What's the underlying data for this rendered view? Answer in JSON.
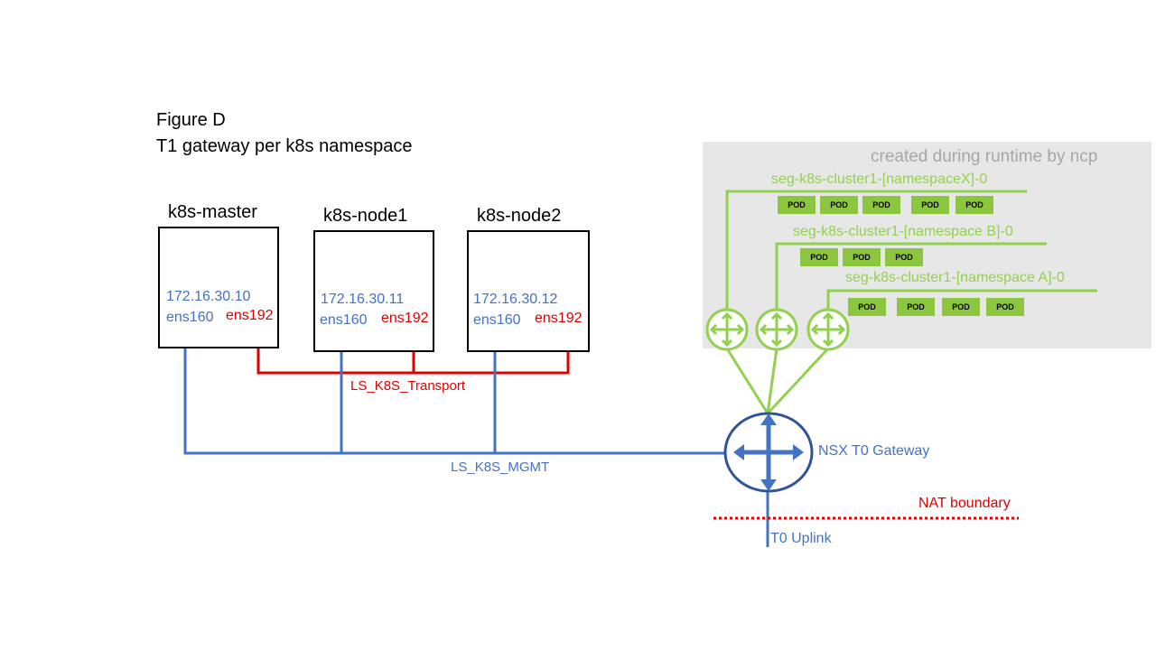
{
  "figure": {
    "title": "Figure D",
    "subtitle": "T1 gateway per k8s namespace"
  },
  "nodes": [
    {
      "name": "k8s-master",
      "ip": "172.16.30.10",
      "mgmt_if": "ens160",
      "transport_if": "ens192"
    },
    {
      "name": "k8s-node1",
      "ip": "172.16.30.11",
      "mgmt_if": "ens160",
      "transport_if": "ens192"
    },
    {
      "name": "k8s-node2",
      "ip": "172.16.30.12",
      "mgmt_if": "ens160",
      "transport_if": "ens192"
    }
  ],
  "networks": {
    "transport": "LS_K8S_Transport",
    "mgmt": "LS_K8S_MGMT"
  },
  "runtime": {
    "label": "created during runtime by ncp",
    "segments": [
      {
        "name": "seg-k8s-cluster1-[namespaceX]-0",
        "pods": [
          "POD",
          "POD",
          "POD",
          "POD",
          "POD"
        ]
      },
      {
        "name": "seg-k8s-cluster1-[namespace B]-0",
        "pods": [
          "POD",
          "POD",
          "POD"
        ]
      },
      {
        "name": "seg-k8s-cluster1-[namespace A]-0",
        "pods": [
          "POD",
          "POD",
          "POD",
          "POD"
        ]
      }
    ]
  },
  "gateway": {
    "label": "NSX T0 Gateway",
    "uplink": "T0 Uplink",
    "nat_boundary": "NAT boundary"
  },
  "colors": {
    "blue": "#4472c4",
    "red": "#e00000",
    "green": "#92d050",
    "pod_green": "#8cc63f",
    "gateway_stroke": "#2f5597",
    "runtime_bg": "#e7e7e7"
  },
  "icons": {
    "t1_router": "router-icon",
    "t0_router": "router-icon"
  }
}
